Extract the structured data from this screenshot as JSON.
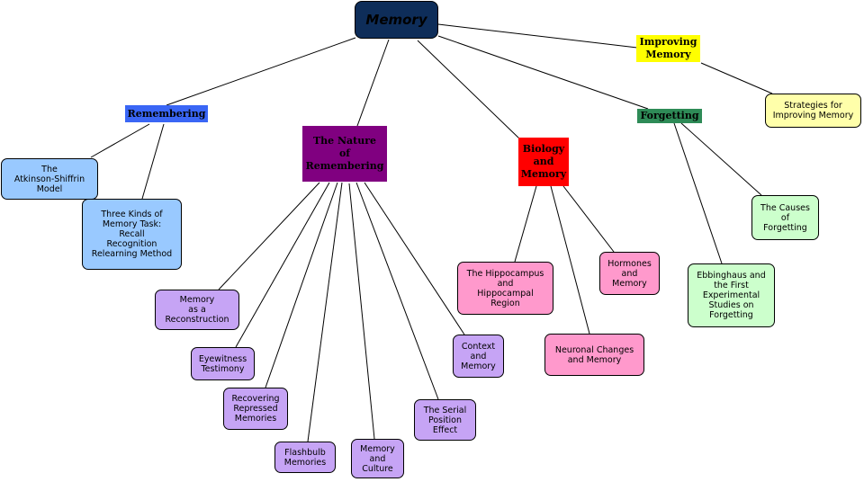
{
  "root": {
    "label": "Memory",
    "color": "#0e2d59"
  },
  "branches": {
    "remembering": {
      "label": "Remembering",
      "color": "#3a66f5"
    },
    "nature": {
      "label": "The Nature\nof\nRemembering",
      "color": "#800080"
    },
    "biology": {
      "label": "Biology\nand\nMemory",
      "color": "#ff0000"
    },
    "forgetting": {
      "label": "Forgetting",
      "color": "#2e8b57"
    },
    "improving": {
      "label": "Improving\nMemory",
      "color": "#ffff00"
    }
  },
  "leaves": {
    "atkinson": {
      "label": "The\nAtkinson-Shiffrin\nModel",
      "color": "#99c9ff"
    },
    "three_kinds": {
      "label": "Three Kinds of\nMemory Task:\nRecall\nRecognition\nRelearning Method",
      "color": "#99c9ff"
    },
    "reconstruction": {
      "label": "Memory\nas a\nReconstruction",
      "color": "#c6a4f5"
    },
    "eyewitness": {
      "label": "Eyewitness\nTestimony",
      "color": "#c6a4f5"
    },
    "repressed": {
      "label": "Recovering\nRepressed\nMemories",
      "color": "#c6a4f5"
    },
    "flashbulb": {
      "label": "Flashbulb\nMemories",
      "color": "#c6a4f5"
    },
    "culture": {
      "label": "Memory\nand\nCulture",
      "color": "#c6a4f5"
    },
    "serial": {
      "label": "The Serial\nPosition\nEffect",
      "color": "#c6a4f5"
    },
    "context": {
      "label": "Context\nand\nMemory",
      "color": "#c6a4f5"
    },
    "hippocampus": {
      "label": "The Hippocampus\nand\nHippocampal\nRegion",
      "color": "#ff99cc"
    },
    "neuronal": {
      "label": "Neuronal Changes\nand Memory",
      "color": "#ff99cc"
    },
    "hormones": {
      "label": "Hormones\nand\nMemory",
      "color": "#ff99cc"
    },
    "ebbinghaus": {
      "label": "Ebbinghaus and\nthe First\nExperimental\nStudies on\nForgetting",
      "color": "#ccffcc"
    },
    "causes": {
      "label": "The Causes\nof\nForgetting",
      "color": "#ccffcc"
    },
    "strategies": {
      "label": "Strategies for\nImproving Memory",
      "color": "#ffffaa"
    }
  },
  "line_color": "#000000"
}
